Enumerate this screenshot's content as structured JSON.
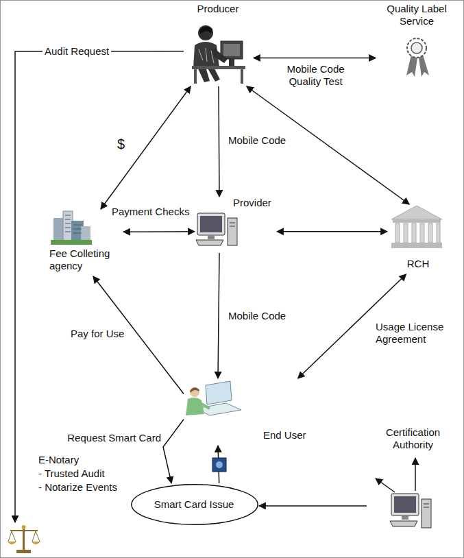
{
  "diagram": {
    "nodes": [
      {
        "text": [
          "Producer"
        ]
      },
      {
        "text": [
          "Quality Label Service"
        ]
      },
      {
        "text": [
          "Fee Colleting agency"
        ]
      },
      {
        "text": [
          "Provider"
        ]
      },
      {
        "text": [
          "RCH"
        ]
      },
      {
        "text": [
          "End User"
        ]
      },
      {
        "text": [
          "Smart Card Issue"
        ]
      },
      {
        "text": [
          "Certification Authority"
        ]
      },
      {
        "text": [
          "E-Notary",
          "- Trusted Audit",
          "- Notarize Events"
        ]
      }
    ],
    "edges": [
      {
        "from": 0,
        "to": 8,
        "label": "Audit Request",
        "arrow": "to"
      },
      {
        "from": 0,
        "to": 1,
        "label": "Mobile Code Quality Test",
        "arrow": "both"
      },
      {
        "from": 0,
        "to": 3,
        "label": "Mobile Code",
        "arrow": "to"
      },
      {
        "from": 0,
        "to": 2,
        "label": "$",
        "arrow": "both"
      },
      {
        "from": 0,
        "to": 4,
        "arrow": "both"
      },
      {
        "from": 2,
        "to": 3,
        "label": "Payment Checks",
        "arrow": "both"
      },
      {
        "from": 3,
        "to": 4,
        "arrow": "both"
      },
      {
        "from": 3,
        "to": 5,
        "label": "Mobile Code",
        "arrow": "to"
      },
      {
        "from": 5,
        "to": 2,
        "label": "Pay for Use",
        "arrow": "to"
      },
      {
        "from": 5,
        "to": 4,
        "label": "Usage License Agreement",
        "arrow": "both"
      },
      {
        "from": 5,
        "to": 6,
        "label": "Request Smart Card",
        "arrow": "to"
      },
      {
        "from": 6,
        "to": 5,
        "arrow": "to"
      },
      {
        "from": 7,
        "to": 6,
        "arrow": "to"
      }
    ]
  }
}
